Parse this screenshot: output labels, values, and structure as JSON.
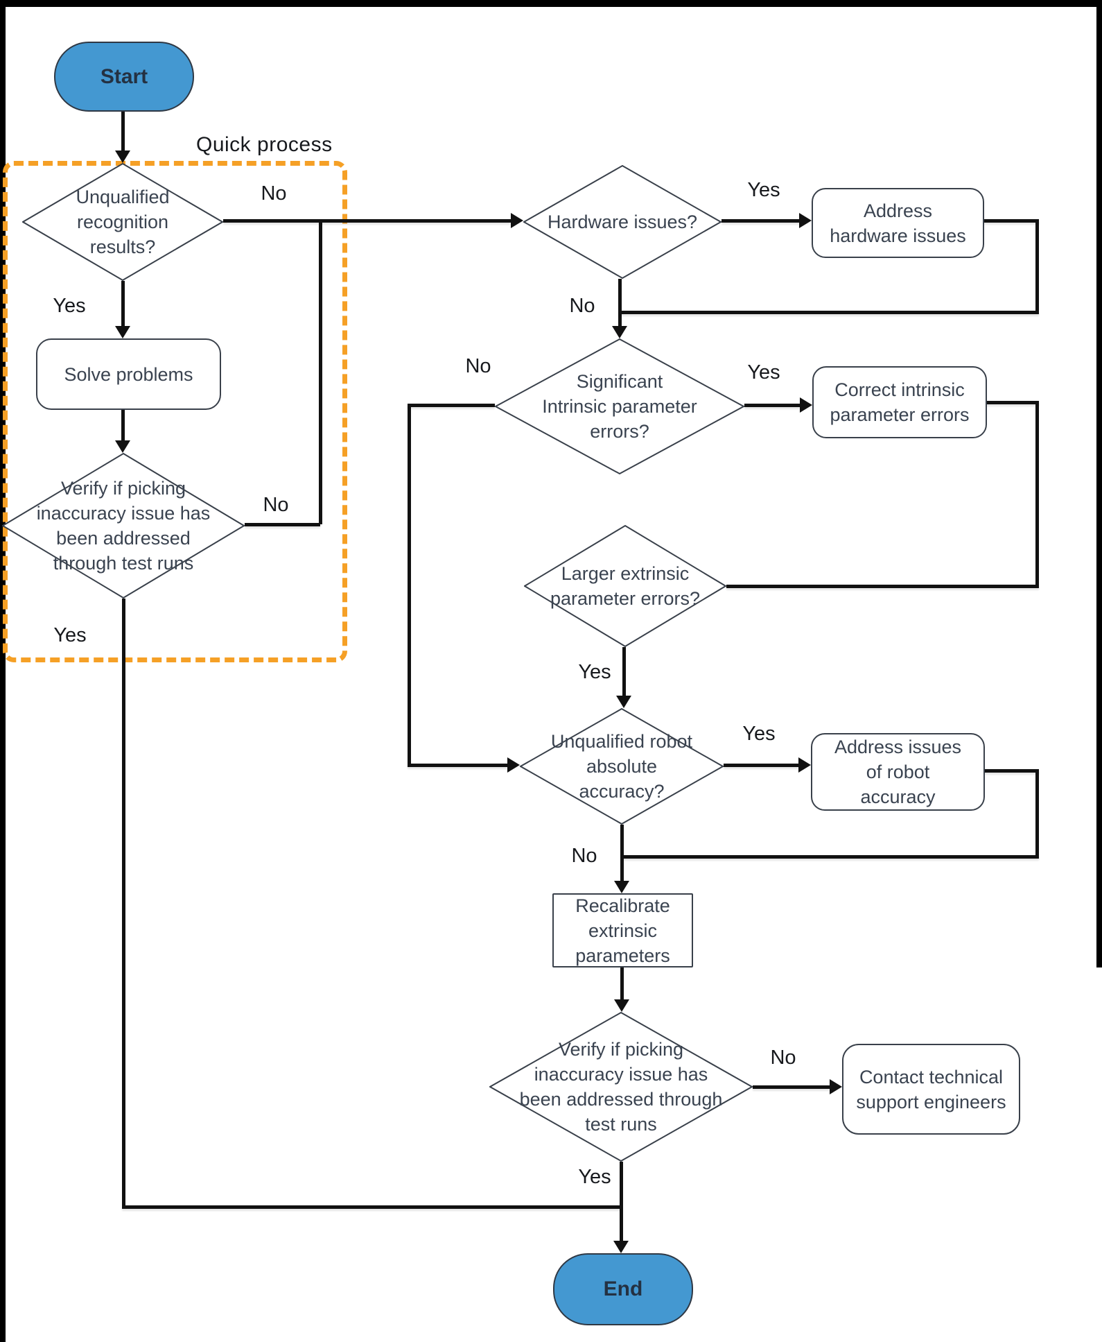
{
  "colors": {
    "terminal_fill": "#4498D1",
    "terminal_text": "#243142",
    "node_border": "#39404A",
    "node_text": "#3A4350",
    "flow_line": "#111111",
    "label_text": "#17191D",
    "quick_box_orange": "#F5A026"
  },
  "annotations": {
    "quick_process": "Quick process"
  },
  "nodes": {
    "start": {
      "type": "terminal",
      "label": "Start"
    },
    "unqualified_recognition": {
      "type": "decision",
      "label": "Unqualified recognition results?",
      "lines": [
        "Unqualified",
        "recognition",
        "results?"
      ]
    },
    "solve_problems": {
      "type": "process",
      "label": "Solve problems"
    },
    "verify_picking_quick": {
      "type": "decision",
      "label": "Verify if picking inaccuracy issue has been addressed through test runs",
      "lines": [
        "Verify if picking",
        "inaccuracy issue has",
        "been addressed",
        "through test runs"
      ]
    },
    "hardware_issues": {
      "type": "decision",
      "label": "Hardware issues?",
      "lines": [
        "Hardware issues?"
      ]
    },
    "address_hardware": {
      "type": "process",
      "label": "Address hardware issues",
      "lines": [
        "Address",
        "hardware issues"
      ]
    },
    "significant_intrinsic": {
      "type": "decision",
      "label": "Significant Intrinsic parameter errors?",
      "lines": [
        "Significant",
        "Intrinsic parameter",
        "errors?"
      ]
    },
    "correct_intrinsic": {
      "type": "process",
      "label": "Correct intrinsic parameter errors",
      "lines": [
        "Correct intrinsic",
        "parameter errors"
      ]
    },
    "larger_extrinsic": {
      "type": "decision",
      "label": "Larger extrinsic parameter errors?",
      "lines": [
        "Larger extrinsic",
        "parameter errors?"
      ]
    },
    "unqualified_robot": {
      "type": "decision",
      "label": "Unqualified robot absolute accuracy?",
      "lines": [
        "Unqualified robot",
        "absolute",
        "accuracy?"
      ]
    },
    "address_robot": {
      "type": "process",
      "label": "Address issues of robot accuracy",
      "lines": [
        "Address issues",
        "of robot",
        "accuracy"
      ]
    },
    "recalibrate": {
      "type": "process",
      "label": "Recalibrate extrinsic parameters",
      "lines": [
        "Recalibrate",
        "extrinsic",
        "parameters"
      ]
    },
    "verify_picking_final": {
      "type": "decision",
      "label": "Verify if picking inaccuracy issue has been addressed through test runs",
      "lines": [
        "Verify if picking",
        "inaccuracy issue has",
        "been addressed through",
        "test runs"
      ]
    },
    "contact_support": {
      "type": "process",
      "label": "Contact technical support engineers",
      "lines": [
        "Contact technical",
        "support engineers"
      ]
    },
    "end": {
      "type": "terminal",
      "label": "End"
    }
  },
  "edge_labels": {
    "recognition_no": "No",
    "recognition_yes": "Yes",
    "verify_quick_no": "No",
    "verify_quick_yes": "Yes",
    "hardware_yes": "Yes",
    "hardware_no": "No",
    "intrinsic_no": "No",
    "intrinsic_yes": "Yes",
    "extrinsic_yes": "Yes",
    "robot_yes": "Yes",
    "robot_no": "No",
    "verify_final_no": "No",
    "verify_final_yes": "Yes"
  }
}
